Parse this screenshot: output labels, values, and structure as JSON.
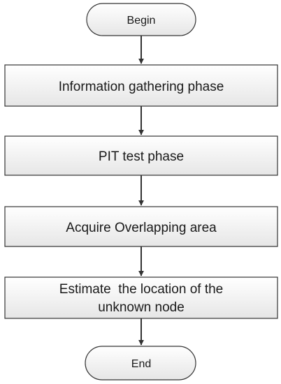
{
  "flowchart": {
    "nodes": [
      {
        "id": "begin",
        "shape": "terminal",
        "lines": [
          "Begin"
        ]
      },
      {
        "id": "info",
        "shape": "process",
        "lines": [
          "Information gathering phase"
        ]
      },
      {
        "id": "pit",
        "shape": "process",
        "lines": [
          "PIT test phase"
        ]
      },
      {
        "id": "overlap",
        "shape": "process",
        "lines": [
          "Acquire Overlapping area"
        ]
      },
      {
        "id": "estimate",
        "shape": "process",
        "lines": [
          "Estimate  the location of the",
          "unknown node"
        ]
      },
      {
        "id": "end",
        "shape": "terminal",
        "lines": [
          "End"
        ]
      }
    ],
    "edges": [
      {
        "from": "begin",
        "to": "info"
      },
      {
        "from": "info",
        "to": "pit"
      },
      {
        "from": "pit",
        "to": "overlap"
      },
      {
        "from": "overlap",
        "to": "estimate"
      },
      {
        "from": "estimate",
        "to": "end"
      }
    ],
    "colors": {
      "fill_top": "#ffffff",
      "fill_bottom": "#e6e6e6",
      "stroke": "#333333",
      "text": "#1a1a1a"
    }
  }
}
